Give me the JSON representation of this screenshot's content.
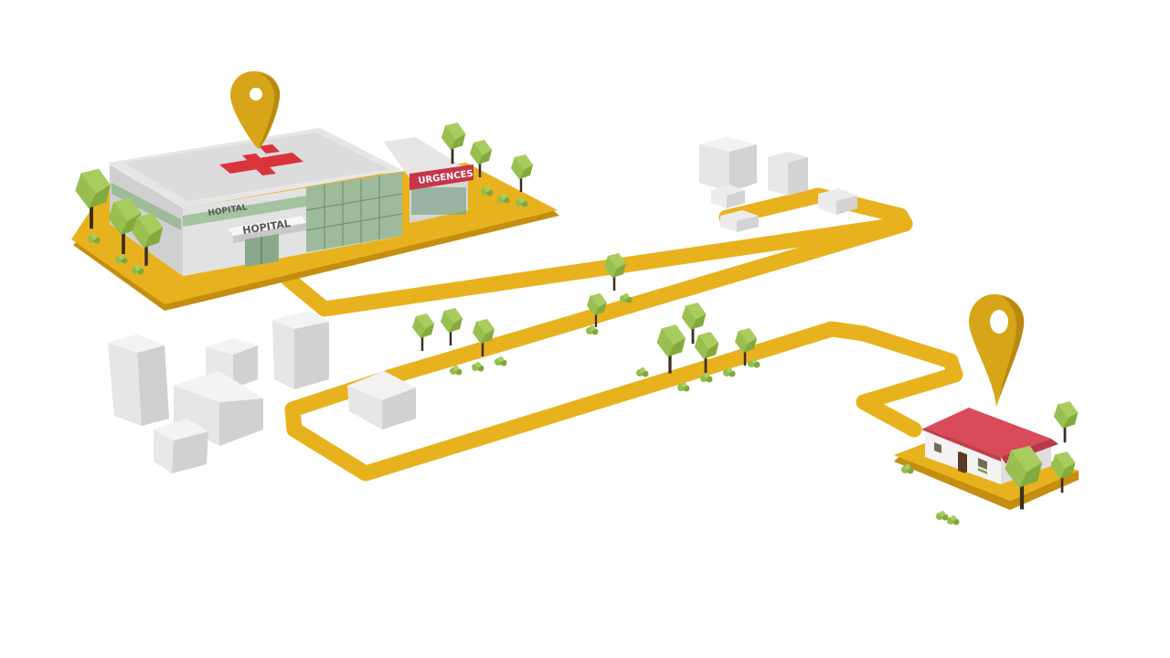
{
  "hospital": {
    "sign_main": "HOPITAL",
    "sign_roof": "HOPITAL",
    "sign_emergency": "URGENCES",
    "cross_color": "#d9343c",
    "emergency_sign_color": "#c7364a"
  },
  "route": {
    "color": "#e8b21e",
    "start": "hospital",
    "end": "house"
  },
  "pins": [
    {
      "name": "hospital-location-pin-icon",
      "color": "#d6a518"
    },
    {
      "name": "house-location-pin-icon",
      "color": "#d6a518"
    }
  ],
  "house": {
    "roof_color": "#d94a5a",
    "wall_color": "#f3f3f3"
  },
  "palette": {
    "tree_light": "#a4c95b",
    "tree_dark": "#7ca13a",
    "building_light": "#ececec",
    "building_side": "#d2d2d2"
  }
}
